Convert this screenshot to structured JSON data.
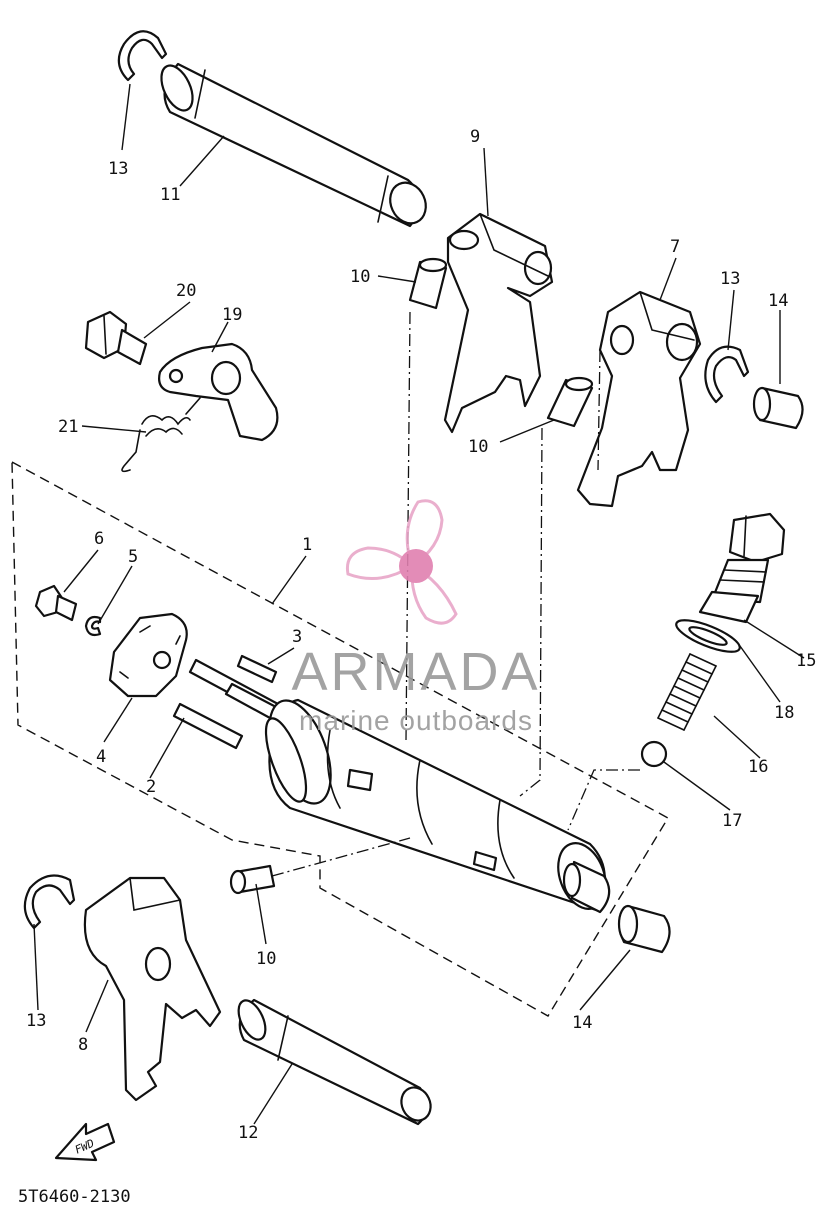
{
  "diagram": {
    "drawing_code": "5T6460-2130",
    "fwd_label": "FWD",
    "callouts": {
      "p1": "1",
      "p2": "2",
      "p3": "3",
      "p4": "4",
      "p5": "5",
      "p6": "6",
      "p7": "7",
      "p8": "8",
      "p9": "9",
      "p10a": "10",
      "p10b": "10",
      "p10c": "10",
      "p11": "11",
      "p12": "12",
      "p13a": "13",
      "p13b": "13",
      "p13c": "13",
      "p14a": "14",
      "p14b": "14",
      "p15": "15",
      "p16": "16",
      "p17": "17",
      "p18": "18",
      "p19": "19",
      "p20": "20",
      "p21": "21"
    }
  },
  "watermark": {
    "brand": "ARMADA",
    "tagline": "marine outboards",
    "logo_color": "#e8a6c8",
    "logo_hub_color": "#e080b0",
    "text_color": "#9a9a9a"
  }
}
